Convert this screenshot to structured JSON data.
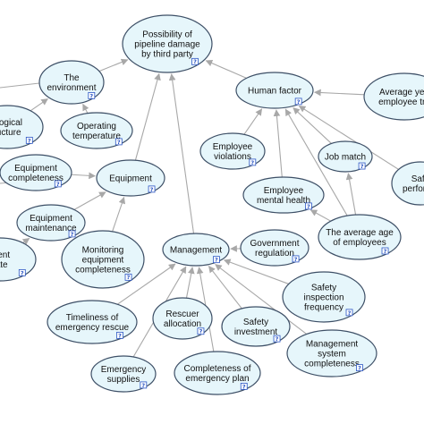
{
  "diagram": {
    "nodes": [
      {
        "id": "root",
        "lines": [
          "Possibility of",
          "pipeline damage",
          "by third party"
        ]
      },
      {
        "id": "environment",
        "lines": [
          "The",
          "environment"
        ]
      },
      {
        "id": "geological",
        "lines": [
          "ological",
          "ructure"
        ]
      },
      {
        "id": "operating_temp",
        "lines": [
          "Operating",
          "temperature"
        ]
      },
      {
        "id": "human",
        "lines": [
          "Human factor"
        ]
      },
      {
        "id": "average_year",
        "lines": [
          "Average yea",
          "employee tra"
        ]
      },
      {
        "id": "violations",
        "lines": [
          "Employee",
          "violations"
        ]
      },
      {
        "id": "job_match",
        "lines": [
          "Job match"
        ]
      },
      {
        "id": "mental_health",
        "lines": [
          "Employee",
          "mental health"
        ]
      },
      {
        "id": "safety_perf",
        "lines": [
          "Safe",
          "performa"
        ]
      },
      {
        "id": "avg_age",
        "lines": [
          "The average age",
          "of employees"
        ]
      },
      {
        "id": "equip_complete",
        "lines": [
          "Equipment",
          "completeness"
        ]
      },
      {
        "id": "equipment",
        "lines": [
          "Equipment"
        ]
      },
      {
        "id": "equip_maint",
        "lines": [
          "Equipment",
          "maintenance"
        ]
      },
      {
        "id": "rate_left",
        "lines": [
          "ment",
          "rate"
        ]
      },
      {
        "id": "monitoring",
        "lines": [
          "Monitoring",
          "equipment",
          "completeness"
        ]
      },
      {
        "id": "management",
        "lines": [
          "Management"
        ]
      },
      {
        "id": "gov_reg",
        "lines": [
          "Government",
          "regulation"
        ]
      },
      {
        "id": "timeliness",
        "lines": [
          "Timeliness of",
          "emergency rescue"
        ]
      },
      {
        "id": "rescuer",
        "lines": [
          "Rescuer",
          "allocation"
        ]
      },
      {
        "id": "safety_invest",
        "lines": [
          "Safety",
          "investment"
        ]
      },
      {
        "id": "safety_inspect",
        "lines": [
          "Safety",
          "inspection",
          "frequency"
        ]
      },
      {
        "id": "mgmt_system",
        "lines": [
          "Management",
          "system",
          "completeness"
        ]
      },
      {
        "id": "supplies",
        "lines": [
          "Emergency",
          "supplies"
        ]
      },
      {
        "id": "emerg_plan",
        "lines": [
          "Completeness of",
          "emergency plan"
        ]
      }
    ],
    "help_badge": "?"
  }
}
